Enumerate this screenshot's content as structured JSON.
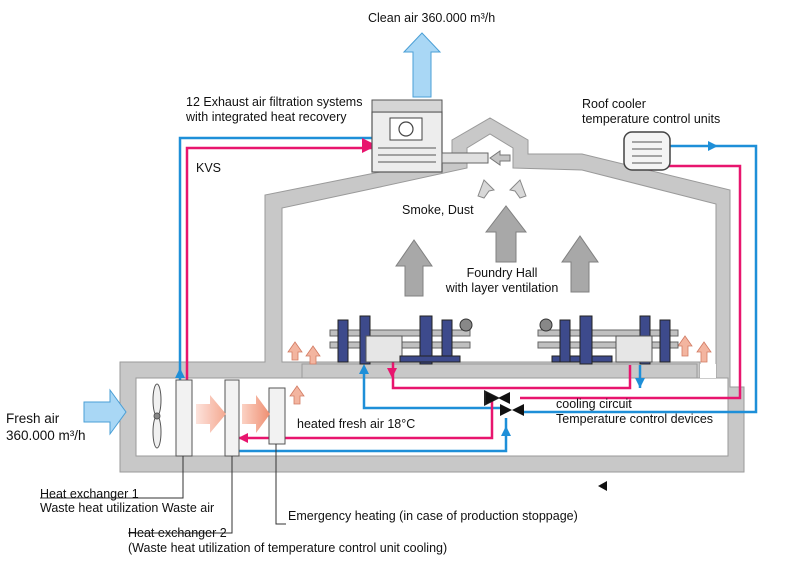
{
  "labels": {
    "clean_air": "Clean air 360.000 m³/h",
    "exhaust_line1": "12 Exhaust air filtration systems",
    "exhaust_line2": "with integrated heat recovery",
    "roof_line1": "Roof cooler",
    "roof_line2": "temperature control units",
    "kvs": "KVS",
    "smoke": "Smoke, Dust",
    "hall_line1": "Foundry Hall",
    "hall_line2": "with layer ventilation",
    "fresh_line1": "Fresh air",
    "fresh_line2": "360.000 m³/h",
    "heated": "heated fresh air 18°C",
    "cooling_line1": "cooling circuit",
    "cooling_line2": "Temperature control devices",
    "hx1_line1": "Heat exchanger 1",
    "hx1_line2": "Waste heat utilization Waste air",
    "emergency": "Emergency heating (in case of production stoppage)",
    "hx2_line1": "Heat exchanger 2",
    "hx2_line2": "(Waste heat utilization of temperature control unit cooling)"
  },
  "colors": {
    "wall": "#c8c8c8",
    "wall_stroke": "#9a9a9a",
    "hot_line": "#e8156e",
    "cold_line": "#1e8fd8",
    "air_arrow": "#a9d7f5",
    "gray_arrow": "#a8a8a8",
    "warm_arrow": "#f0a58e",
    "machine_blue": "#3d4a8c"
  },
  "icons": [
    "fan-icon",
    "filter-unit-icon",
    "roof-cooler-icon",
    "casting-machine-icon",
    "valve-icon"
  ]
}
